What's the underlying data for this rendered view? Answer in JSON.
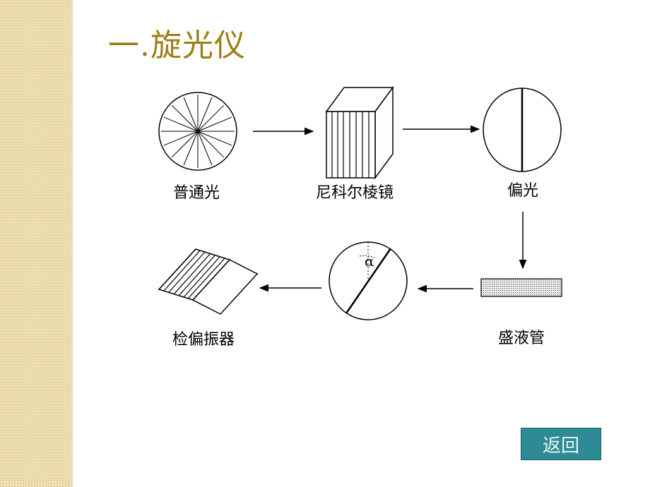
{
  "title": "一.旋光仪",
  "diagram": {
    "labels": {
      "ordinary_light": "普通光",
      "nicol_prism": "尼科尔棱镜",
      "polarized_light": "偏光",
      "sample_tube": "盛液管",
      "analyzer": "检偏振器"
    },
    "angle_symbol": "α"
  },
  "back_button": "返回",
  "colors": {
    "title": "#9c7f16",
    "button_bg": "#2e8b96",
    "sidebar": "#f3e6bf"
  }
}
